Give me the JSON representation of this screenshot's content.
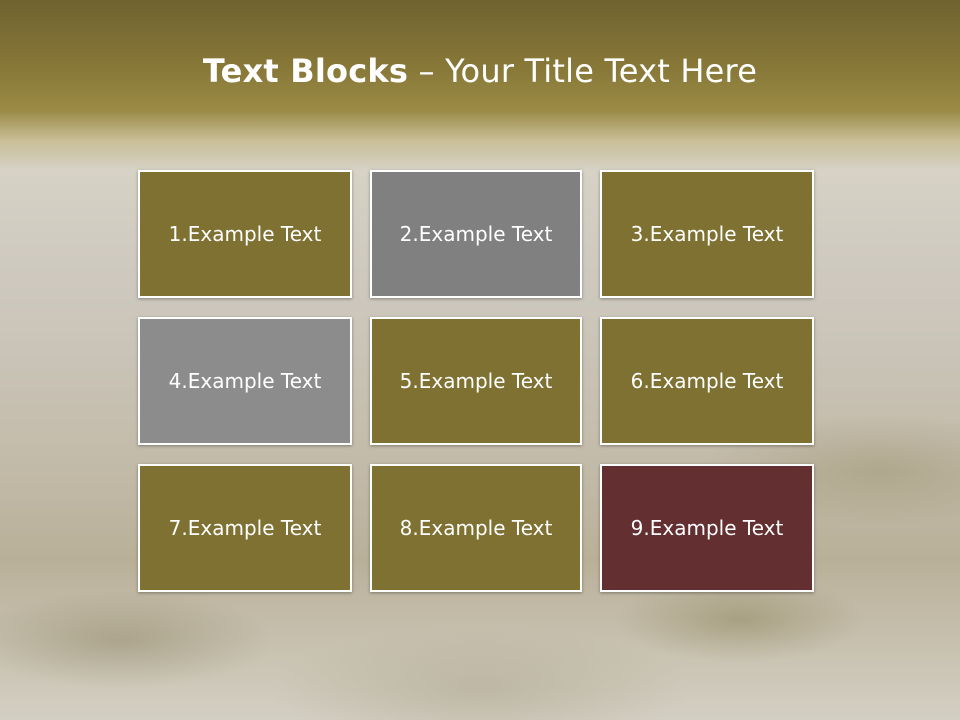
{
  "title": {
    "bold": "Text Blocks",
    "separator": " – ",
    "rest": "Your Title Text Here"
  },
  "blocks": [
    {
      "label": "1.Example Text",
      "color": "#7f7132"
    },
    {
      "label": "2.Example Text",
      "color": "#808080"
    },
    {
      "label": "3.Example Text",
      "color": "#7f7132"
    },
    {
      "label": "4.Example Text",
      "color": "#8c8c8c"
    },
    {
      "label": "5.Example Text",
      "color": "#7f7132"
    },
    {
      "label": "6.Example Text",
      "color": "#7f7132"
    },
    {
      "label": "7.Example Text",
      "color": "#7f7132"
    },
    {
      "label": "8.Example Text",
      "color": "#7f7132"
    },
    {
      "label": "9.Example Text",
      "color": "#632f31"
    }
  ]
}
